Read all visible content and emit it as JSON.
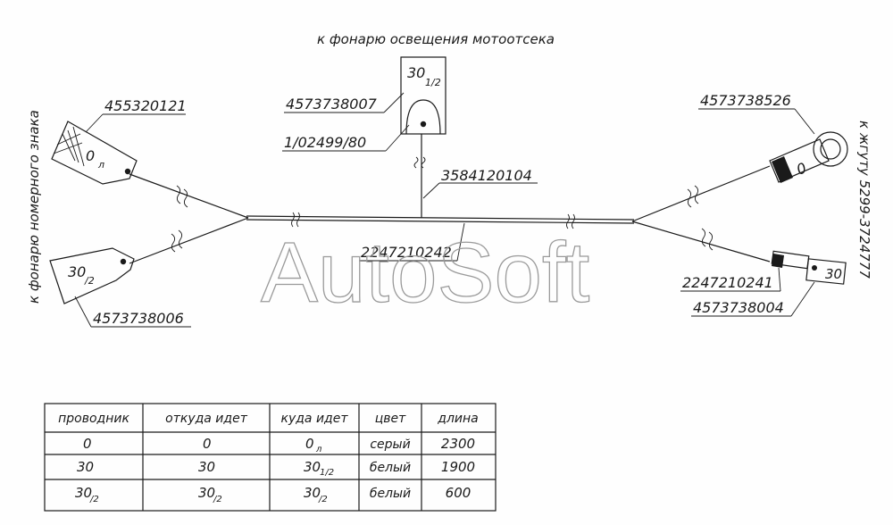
{
  "captions": {
    "top": "к фонарю освещения мотоотсека",
    "left": "к фонарю номерного знака",
    "right": "к жгуту 5299-3724777"
  },
  "parts": {
    "p_455320121": "455320121",
    "p_4573738007": "4573738007",
    "p_1_02499_80": "1/02499/80",
    "p_3584120104": "3584120104",
    "p_4573738526": "4573738526",
    "p_2247210242": "2247210242",
    "p_4573738006": "4573738006",
    "p_2247210241": "2247210241",
    "p_4573738004": "4573738004"
  },
  "connector_marks": {
    "top_main": "30",
    "top_sub": "1/2",
    "left_top_main": "0",
    "left_top_sub": "л",
    "left_bottom_main": "30",
    "left_bottom_sub": "/2",
    "right_ring": "0",
    "right_plug": "30"
  },
  "watermark": "AutoSoft",
  "table": {
    "headers": [
      "проводник",
      "откуда идет",
      "куда идет",
      "цвет",
      "длина"
    ],
    "rows": [
      {
        "wire": "0",
        "from": "0",
        "to_main": "0",
        "to_sub": "л",
        "color": "серый",
        "length": "2300"
      },
      {
        "wire": "30",
        "from": "30",
        "to_main": "30",
        "to_sub": "1/2",
        "color": "белый",
        "length": "1900"
      },
      {
        "wire_main": "30",
        "wire_sub": "/2",
        "from_main": "30",
        "from_sub": "/2",
        "to_main": "30",
        "to_sub": "/2",
        "color": "белый",
        "length": "600"
      }
    ]
  }
}
